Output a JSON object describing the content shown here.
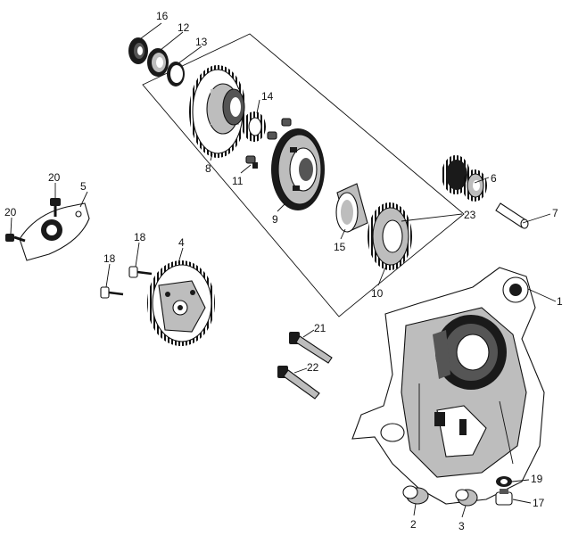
{
  "callouts": {
    "c1": "1",
    "c2": "2",
    "c3": "3",
    "c4": "4",
    "c5": "5",
    "c6": "6",
    "c7": "7",
    "c8": "8",
    "c9": "9",
    "c10": "10",
    "c11": "11",
    "c12": "12",
    "c13": "13",
    "c14": "14",
    "c15": "15",
    "c16": "16",
    "c17": "17",
    "c18a": "18",
    "c18b": "18",
    "c19": "19",
    "c20a": "20",
    "c20b": "20",
    "c21": "21",
    "c22": "22",
    "c23": "23"
  }
}
